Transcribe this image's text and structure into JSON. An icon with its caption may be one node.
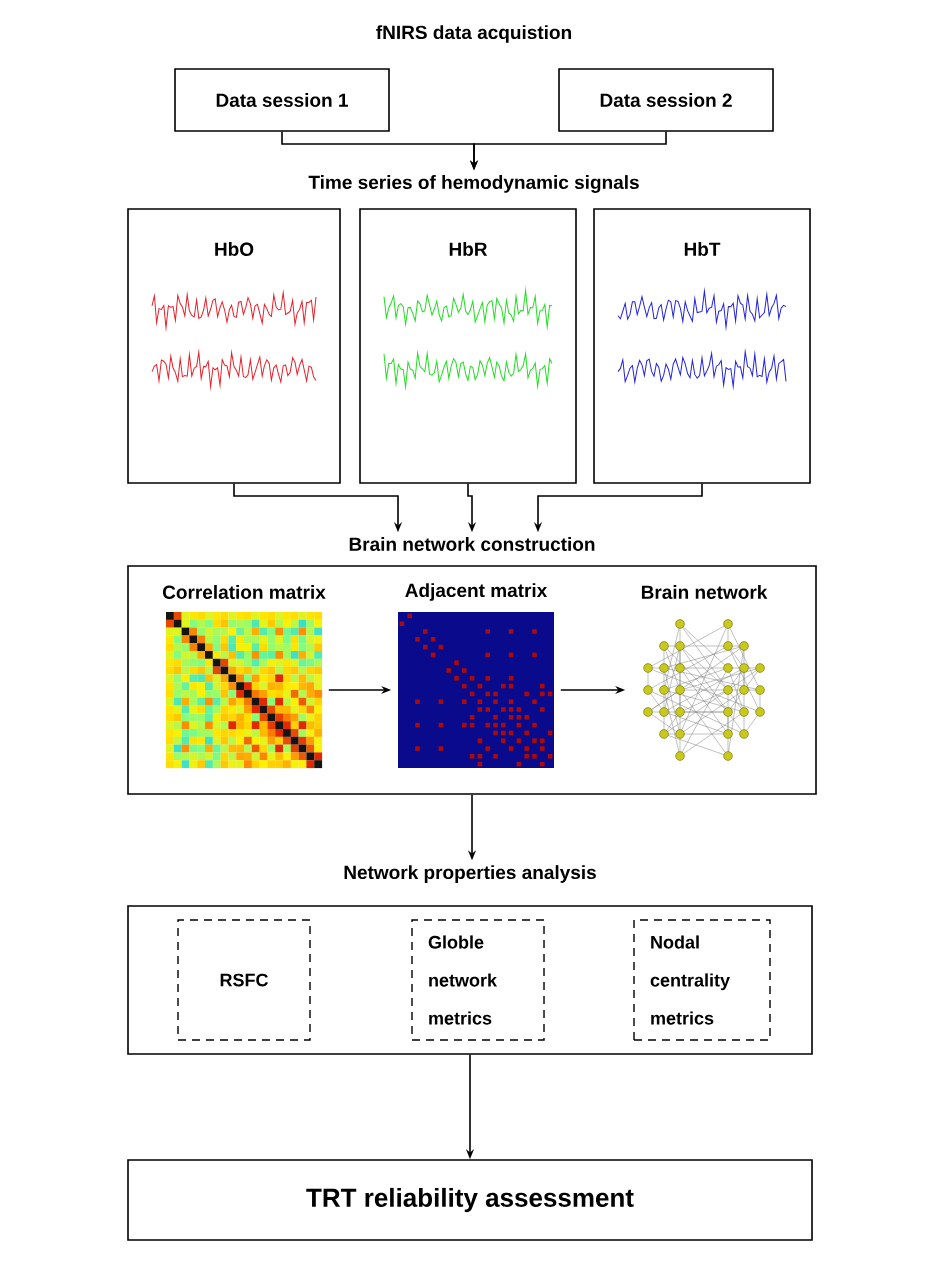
{
  "diagram": {
    "nodes": [
      {
        "text": [
          "Data session 1"
        ]
      },
      {
        "text": [
          "Data session 2"
        ]
      },
      {
        "text": [
          "Time series of hemodynamic signals"
        ]
      },
      {
        "text": [
          "HbO"
        ]
      },
      {
        "text": [
          "HbR"
        ]
      },
      {
        "text": [
          "HbT"
        ]
      },
      {
        "text": [
          "Brain network construction"
        ]
      },
      {
        "text": [
          "Correlation matrix"
        ],
        "in": 6
      },
      {
        "text": [
          "Adjacent matrix"
        ],
        "in": 6
      },
      {
        "text": [
          "Brain network"
        ],
        "in": 6
      },
      {
        "text": [
          "Network properties analysis"
        ]
      },
      {
        "text": [
          "RSFC"
        ],
        "in": 10
      },
      {
        "text": [
          "Globle network metrics"
        ],
        "in": 10
      },
      {
        "text": [
          "Nodal centrality metrics"
        ],
        "in": 10
      },
      {
        "text": [
          "TRT reliability assessment"
        ]
      }
    ],
    "edges": [
      {
        "from": 0,
        "to": 2,
        "arrow": "to"
      },
      {
        "from": 1,
        "to": 2,
        "arrow": "to"
      },
      {
        "from": 3,
        "to": 6,
        "arrow": "to"
      },
      {
        "from": 4,
        "to": 6,
        "arrow": "to"
      },
      {
        "from": 5,
        "to": 6,
        "arrow": "to"
      },
      {
        "from": 7,
        "to": 8,
        "arrow": "to"
      },
      {
        "from": 8,
        "to": 9,
        "arrow": "to"
      },
      {
        "from": 6,
        "to": 10,
        "arrow": "to"
      },
      {
        "from": 10,
        "to": 14,
        "arrow": "to"
      }
    ],
    "labels": [
      "fNIRS data acquistion"
    ]
  }
}
